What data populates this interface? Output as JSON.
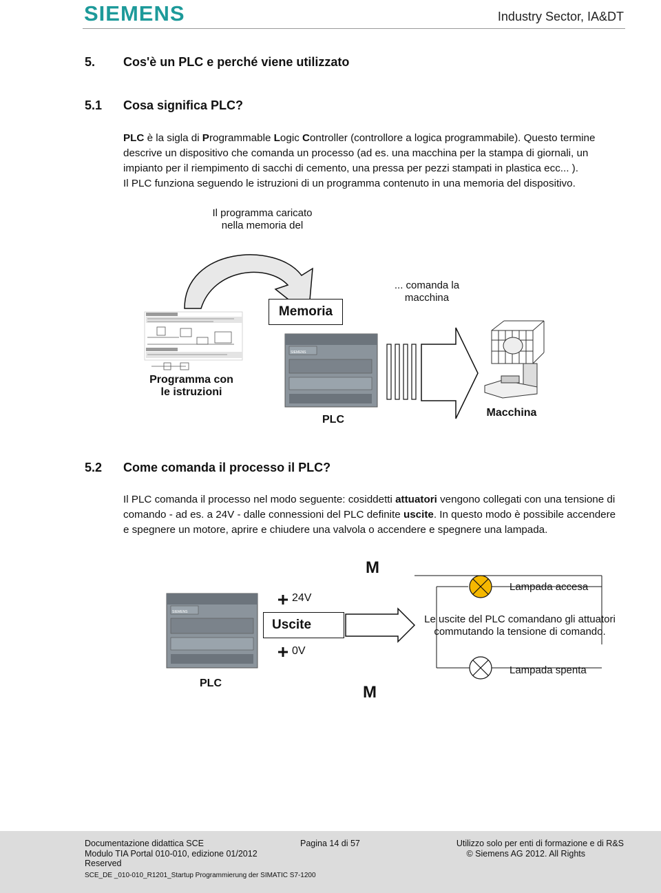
{
  "header": {
    "logo": "SIEMENS",
    "right": "Industry Sector, IA&DT"
  },
  "section5": {
    "number": "5.",
    "title": "Cos'è un PLC e perché viene utilizzato"
  },
  "section51": {
    "number": "5.1",
    "title": "Cosa significa PLC?",
    "p1_pre": "PLC",
    "p1_a": " è la sigla di ",
    "p1_P": "P",
    "p1_b": "rogrammable ",
    "p1_L": "L",
    "p1_c": "ogic ",
    "p1_C": "C",
    "p1_d": "ontroller (controllore a logica programmabile). Questo termine descrive un dispositivo che comanda un processo (ad es. una macchina per la stampa di giornali, un impianto per il riempimento di sacchi di cemento, una pressa per pezzi stampati in plastica ecc... ).",
    "p2": "Il PLC funziona seguendo le istruzioni di un programma contenuto in una memoria del dispositivo."
  },
  "diagram1": {
    "program_loaded_line1": "Il programma caricato",
    "program_loaded_line2": "nella memoria del",
    "memoria": "Memoria",
    "commands_line1": "... comanda la",
    "commands_line2": "macchina",
    "program_line1": "Programma con",
    "program_line2": "le istruzioni",
    "plc": "PLC",
    "machine": "Macchina"
  },
  "section52": {
    "number": "5.2",
    "title": "Come comanda il processo il PLC?",
    "p_a": "Il PLC comanda il processo nel modo seguente: cosiddetti ",
    "p_attuatori": "attuatori",
    "p_b": " vengono collegati con una tensione di comando - ad es. a 24V - dalle connessioni del PLC definite ",
    "p_uscite": "uscite",
    "p_c": ". In questo modo è possibile accendere e spegnere un motore, aprire e chiudere una valvola o accendere e spegnere una lampada."
  },
  "diagram2": {
    "m_top": "M",
    "v24": "24V",
    "uscite": "Uscite",
    "v0": "0V",
    "lamp_on": "Lampada accesa",
    "outputs_line1": "Le uscite del PLC comandano gli attuatori",
    "outputs_line2": "commutando la tensione di comando.",
    "lamp_off": "Lampada spenta",
    "plc": "PLC",
    "m_bottom": "M",
    "lamp_on_color": "#f5b800"
  },
  "footer": {
    "doc": "Documentazione didattica SCE",
    "page": "Pagina 14 di  57",
    "usage": "Utilizzo solo per enti di formazione e di R&S",
    "module": "Modulo TIA Portal 010-010, edizione 01/2012",
    "copyright": "© Siemens AG 2012. All Rights",
    "reserved": "Reserved",
    "file": "SCE_DE _010-010_R1201_Startup Programmierung der SIMATIC S7-1200"
  }
}
